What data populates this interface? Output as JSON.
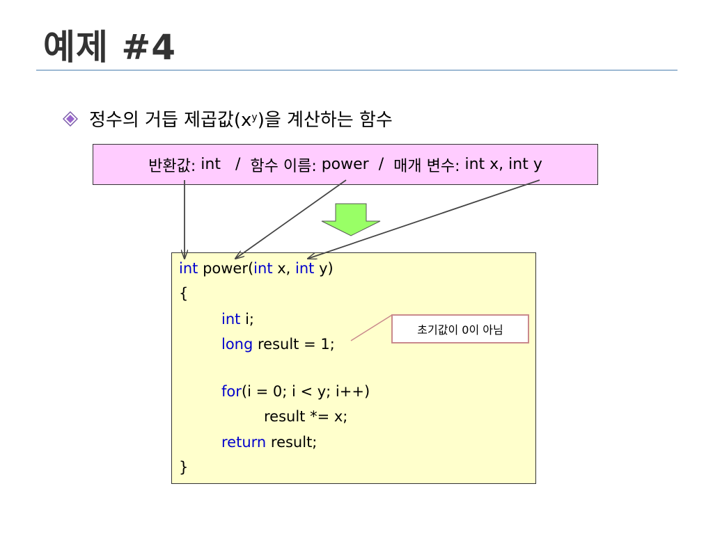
{
  "slide": {
    "title": "예제 #4",
    "bullet_prefix": "정수의 거듭 제곱값(x",
    "bullet_sup": "y",
    "bullet_suffix": ")을 계산하는 함수",
    "signature": {
      "ret_label": "반환값: ",
      "ret_value": "int",
      "sep1": "   /  ",
      "name_label": "함수 이름: ",
      "name_value": "power",
      "sep2": "  /  ",
      "param_label": "매개 변수: ",
      "param_value": "int x, int y"
    },
    "code": {
      "line1_kw1": "int",
      "line1_a": " power(",
      "line1_kw2": "int",
      "line1_b": " x, ",
      "line1_kw3": "int",
      "line1_c": " y)",
      "line2": "{",
      "line3_kw": "int",
      "line3_rest": " i;",
      "line4_kw": "long",
      "line4_rest": " result = 1;",
      "line5_kw": "for",
      "line5_rest": "(i = 0; i < y; i++)",
      "line6": "result *= x;",
      "line7_kw": "return",
      "line7_rest": " result;",
      "line8": "}"
    },
    "callout": "초기값이 0이 아님"
  },
  "colors": {
    "keyword": "#0000cc",
    "signature_bg": "#ffccff",
    "code_bg": "#ffffcc",
    "arrow_fill": "#99ff66",
    "diamond": "#9966cc"
  }
}
